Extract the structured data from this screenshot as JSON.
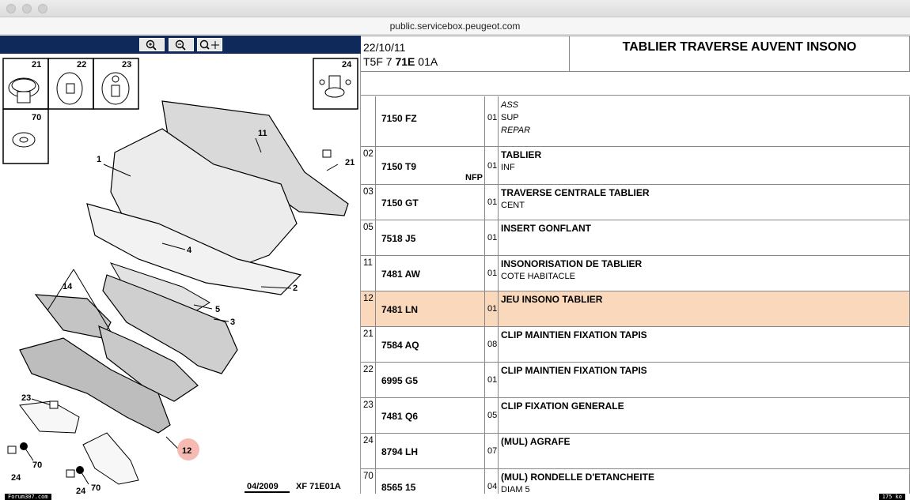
{
  "browser": {
    "url": "public.servicebox.peugeot.com"
  },
  "toolbar": {
    "buttons": [
      "zoom-in-icon",
      "zoom-out-icon",
      "zoom-move-icon"
    ]
  },
  "diagram": {
    "callouts": {
      "c21": "21",
      "c22": "22",
      "c23": "23",
      "c24": "24",
      "c70": "70",
      "l11": "11",
      "l1": "1",
      "l21": "21",
      "l4": "4",
      "l2": "2",
      "l14": "14",
      "l5": "5",
      "l3": "3",
      "l23": "23",
      "l70a": "70",
      "l24a": "24",
      "l70b": "70",
      "l24b": "24",
      "l12": "12"
    },
    "footer_date": "04/2009",
    "footer_ref": "XF 71E01A",
    "highlight_color": "#f4a9a0"
  },
  "header": {
    "date": "22/10/11",
    "code_prefix": "T5F 7 ",
    "code_bold": "71E",
    "code_suffix": " 01A",
    "title": "TABLIER TRAVERSE AUVENT INSONO"
  },
  "table": {
    "rows": [
      {
        "idx": "",
        "ref": "7150 FZ",
        "note": "",
        "qty": "01",
        "lines": [
          {
            "t": "ASS",
            "s": "it"
          },
          {
            "t": "SUP",
            "s": ""
          },
          {
            "t": "REPAR",
            "s": "it"
          }
        ]
      },
      {
        "idx": "02",
        "ref": "7150 T9",
        "note": "NFP",
        "qty": "01",
        "lines": [
          {
            "t": "TABLIER",
            "s": "b"
          },
          {
            "t": "INF",
            "s": ""
          }
        ]
      },
      {
        "idx": "03",
        "ref": "7150 GT",
        "note": "",
        "qty": "01",
        "lines": [
          {
            "t": "TRAVERSE CENTRALE TABLIER",
            "s": "b"
          },
          {
            "t": "CENT",
            "s": ""
          }
        ]
      },
      {
        "idx": "05",
        "ref": "7518 J5",
        "note": "",
        "qty": "01",
        "lines": [
          {
            "t": "INSERT GONFLANT",
            "s": "b"
          }
        ]
      },
      {
        "idx": "11",
        "ref": "7481 AW",
        "note": "",
        "qty": "01",
        "lines": [
          {
            "t": "INSONORISATION DE TABLIER",
            "s": "b"
          },
          {
            "t": "COTE HABITACLE",
            "s": ""
          }
        ]
      },
      {
        "idx": "12",
        "ref": "7481 LN",
        "note": "",
        "qty": "01",
        "lines": [
          {
            "t": "JEU INSONO TABLIER",
            "s": "b"
          }
        ]
      },
      {
        "idx": "21",
        "ref": "7584 AQ",
        "note": "",
        "qty": "08",
        "lines": [
          {
            "t": "CLIP MAINTIEN FIXATION TAPIS",
            "s": "b"
          }
        ]
      },
      {
        "idx": "22",
        "ref": "6995 G5",
        "note": "",
        "qty": "01",
        "lines": [
          {
            "t": "CLIP MAINTIEN FIXATION TAPIS",
            "s": "b"
          }
        ]
      },
      {
        "idx": "23",
        "ref": "7481 Q6",
        "note": "",
        "qty": "05",
        "lines": [
          {
            "t": "CLIP FIXATION GENERALE",
            "s": "b"
          }
        ]
      },
      {
        "idx": "24",
        "ref": "8794 LH",
        "note": "",
        "qty": "07",
        "lines": [
          {
            "t": "(MUL) AGRAFE",
            "s": "b"
          }
        ]
      },
      {
        "idx": "70",
        "ref": "8565 15",
        "note": "",
        "qty": "04",
        "lines": [
          {
            "t": "(MUL) RONDELLE D'ETANCHEITE",
            "s": "b"
          },
          {
            "t": "DIAM 5",
            "s": ""
          }
        ]
      }
    ],
    "highlight_row": "12",
    "highlight_color": "#f9d8bb"
  },
  "footer": {
    "left": "Forum307.com",
    "right": "175 ko"
  }
}
